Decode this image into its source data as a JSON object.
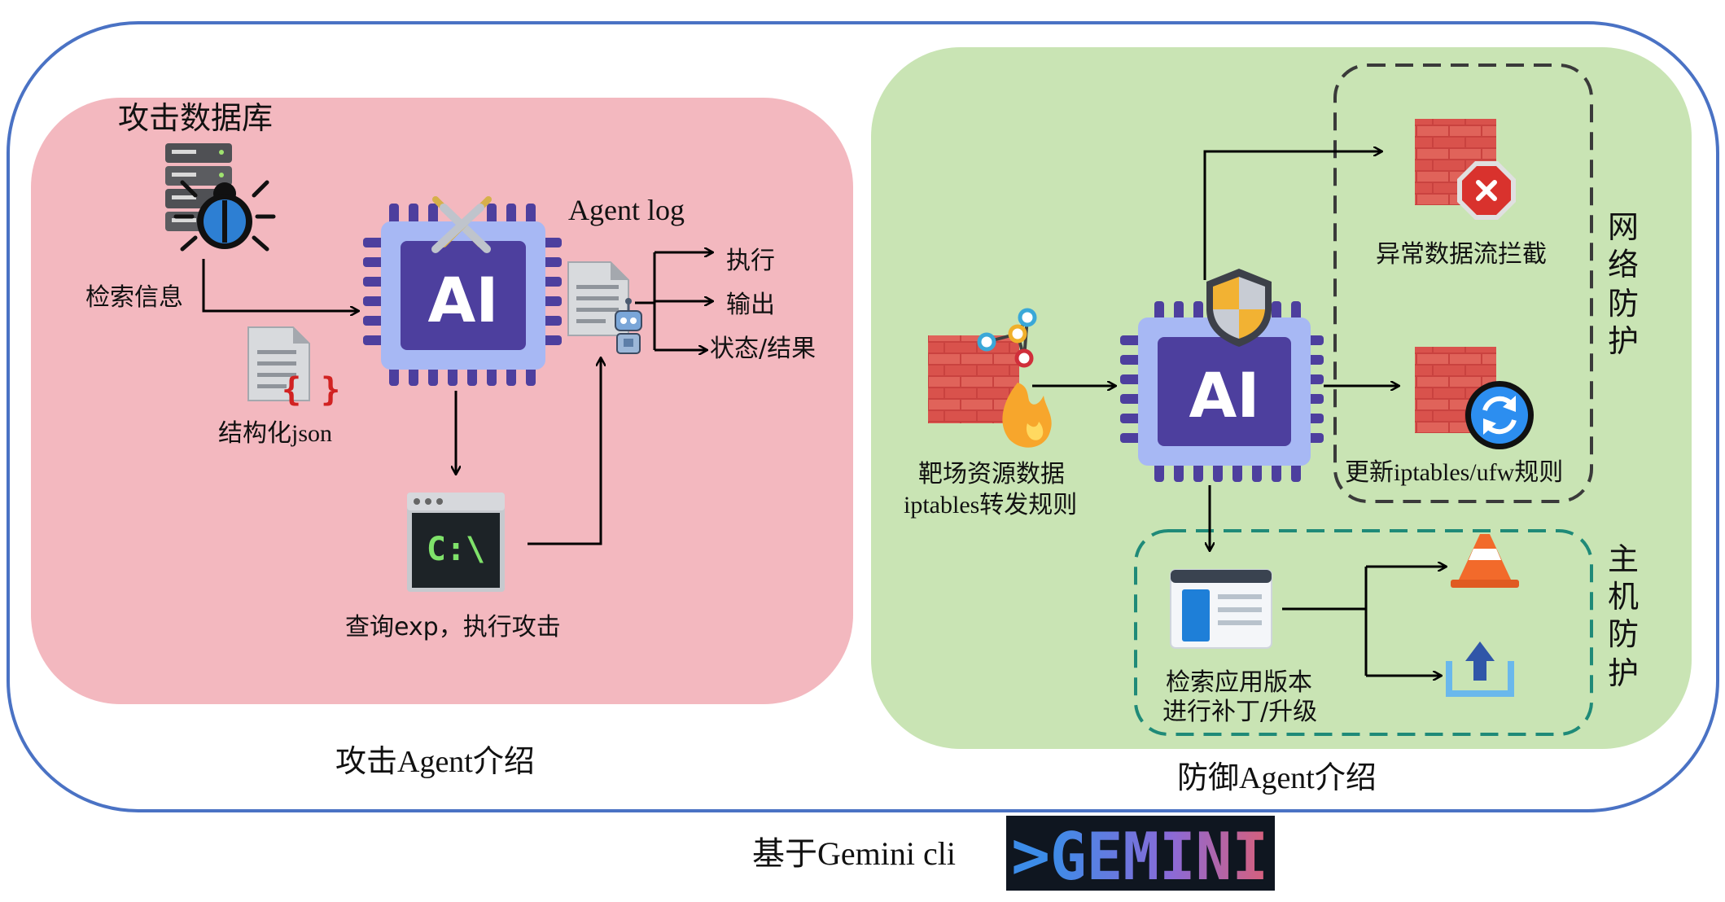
{
  "attack_panel": {
    "caption": "攻击Agent介绍",
    "db_label": "攻击数据库",
    "retrieve_label": "检索信息",
    "json_label": "结构化json",
    "ai_chip_text": "AI",
    "agent_log_label": "Agent log",
    "log_outputs": [
      "执行",
      "输出",
      "状态/结果"
    ],
    "terminal_text": "C:\\",
    "terminal_caption": "查询exp，执行攻击"
  },
  "defense_panel": {
    "caption": "防御Agent介绍",
    "source_label_line1": "靶场资源数据",
    "source_label_line2": "iptables转发规则",
    "ai_chip_text": "AI",
    "block_label": "异常数据流拦截",
    "update_label": "更新iptables/ufw规则",
    "network_group_label": [
      "网",
      "络",
      "防",
      "护"
    ],
    "host_group_label": [
      "主",
      "机",
      "防",
      "护"
    ],
    "app_label_line1": "检索应用版本",
    "app_label_line2": "进行补丁/升级"
  },
  "footer": {
    "based_on": "基于Gemini cli",
    "logo_text": "GEMINI"
  },
  "colors": {
    "outer_border": "#4a72c4",
    "attack_bg": "#f3b8bf",
    "defense_bg": "#c9e4b4",
    "network_dash": "#3a3a3a",
    "host_dash": "#1f8a78",
    "chip_dark": "#4d3f9e",
    "chip_light": "#a7b8f4"
  }
}
